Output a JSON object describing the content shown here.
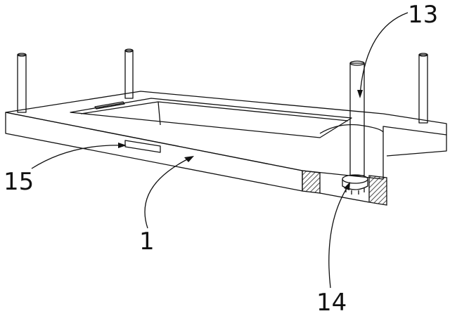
{
  "figure": {
    "labels": {
      "part_13": "13",
      "part_15": "15",
      "part_1": "1",
      "part_14": "14"
    },
    "line_color": "#111111",
    "hatch_color": "#222222"
  }
}
